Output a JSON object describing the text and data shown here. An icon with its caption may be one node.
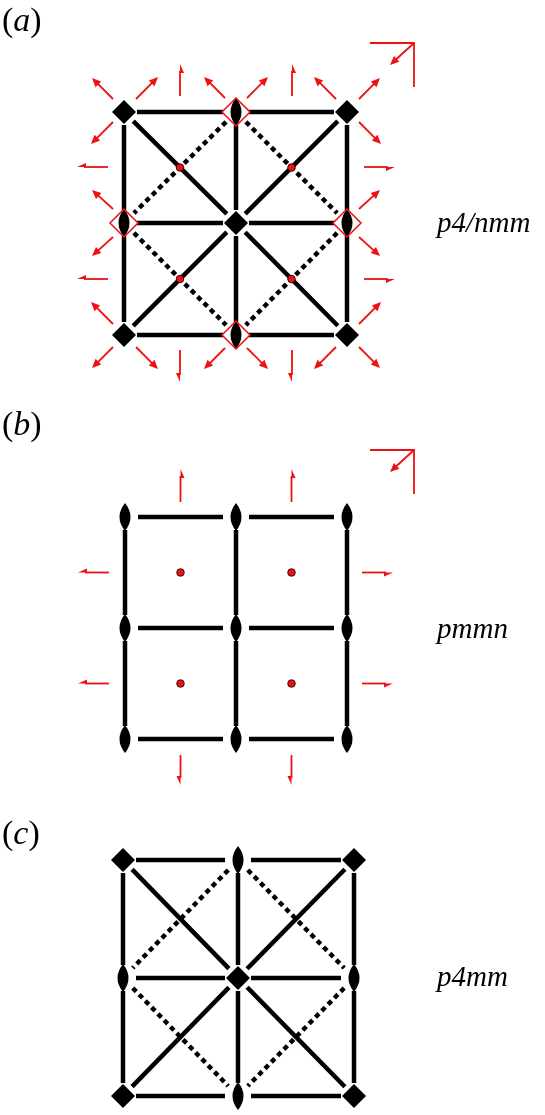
{
  "diagram": {
    "labels": [
      "(*a*)",
      "p4/nmm",
      "(*b*)",
      "pmmn",
      "(*c*)",
      "p4mm"
    ]
  }
}
